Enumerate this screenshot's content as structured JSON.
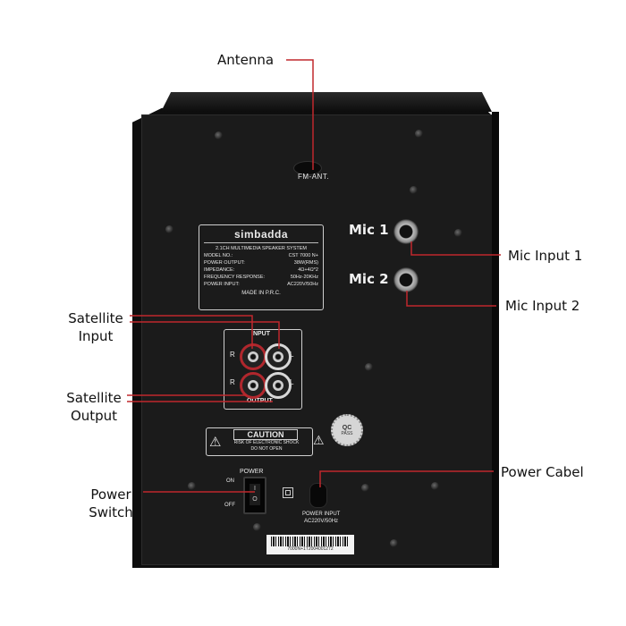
{
  "callouts": {
    "antenna": "Antenna",
    "mic_input_1": "Mic Input 1",
    "mic_input_2": "Mic Input 2",
    "satellite_input": "Satellite\nInput",
    "satellite_output": "Satellite\nOutput",
    "power_switch": "Power\nSwitch",
    "power_cabel": "Power Cabel"
  },
  "panel": {
    "fm_ant": "FM-ANT.",
    "mic1": "Mic 1",
    "mic2": "Mic 2",
    "brand": "simbadda",
    "spec_lines": [
      {
        "label": "2.1CH MULTIMEDIA SPEAKER SYSTEM",
        "value": ""
      },
      {
        "label": "MODEL NO.:",
        "value": "CST 7000 N+"
      },
      {
        "label": "POWER OUTPUT:",
        "value": "38W(RMS)"
      },
      {
        "label": "IMPEDANCE:",
        "value": "4Ω+4Ω*2"
      },
      {
        "label": "FREQUENCY RESPONSE:",
        "value": "50Hz-20KHz"
      },
      {
        "label": "POWER INPUT:",
        "value": "AC220V/50Hz"
      }
    ],
    "made_in": "MADE IN P.R.C.",
    "input_label": "INPUT",
    "output_label": "OUTPUT",
    "r": "R",
    "l": "L",
    "caution_title": "CAUTION",
    "caution_line1": "RISK OF ELECTRONIC SHOCK",
    "caution_line2": "DO NOT OPEN",
    "qc_top": "QC",
    "qc_bottom": "PASS",
    "power_label": "POWER",
    "on_label": "ON",
    "off_label": "OFF",
    "power_input_line1": "POWER INPUT",
    "power_input_line2": "AC220V/50Hz",
    "serial": "7000N+1T2004001272"
  },
  "colors": {
    "leader_line": "#c0282d",
    "cabinet": "#141414",
    "panel": "#1c1c1c"
  }
}
